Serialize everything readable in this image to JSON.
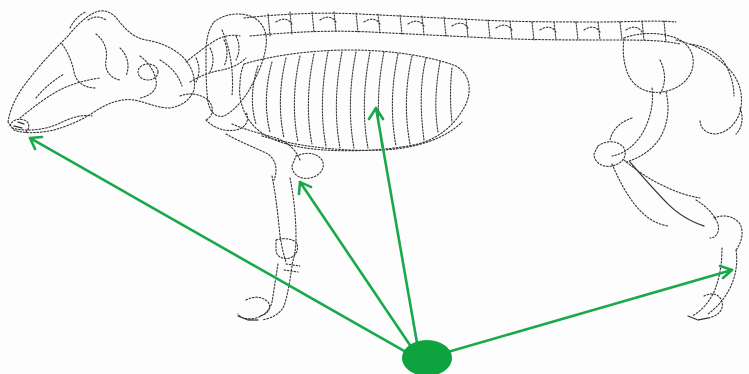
{
  "figure": {
    "subject": "skeleton-illustration",
    "colors": {
      "background": "#fdfdfd",
      "drawing": "#333333",
      "pointer": "#1aa84a",
      "origin": "#0fa340"
    },
    "pointers": [
      {
        "id": "pointer-to-jaw"
      },
      {
        "id": "pointer-to-foreleg-joint"
      },
      {
        "id": "pointer-to-ribcage"
      },
      {
        "id": "pointer-to-hind-foot"
      }
    ]
  }
}
